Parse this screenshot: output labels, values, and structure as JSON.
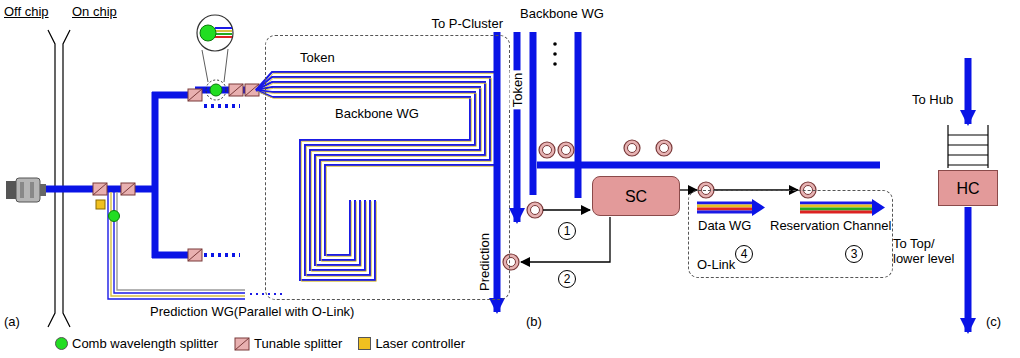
{
  "diagram": {
    "nodes": [
      {
        "text": [
          "To P-Cluster"
        ]
      },
      {
        "text": [
          "SC"
        ]
      },
      {
        "text": [
          "O-Link"
        ]
      },
      {
        "text": [
          "HC"
        ]
      }
    ],
    "edges": [
      {
        "from": 1,
        "to": 2,
        "arrow": "to"
      }
    ],
    "labels": [
      "Off chip",
      "On chip",
      "Token",
      "Backbone WG",
      "Prediction WG(Parallel with O-Link)",
      "(a)",
      "Backbone WG",
      "Token",
      "Prediction",
      "1",
      "2",
      "Data WG",
      "Reservation Channel",
      "3",
      "4",
      "(b)",
      "To Hub",
      "To Top/ lower level",
      "(c)"
    ],
    "legend": [
      {
        "text": "Comb wavelength splitter",
        "color": "#22dd22"
      },
      {
        "text": "Tunable splitter"
      },
      {
        "text": "Laser controller",
        "color": "#f0c020"
      }
    ]
  }
}
